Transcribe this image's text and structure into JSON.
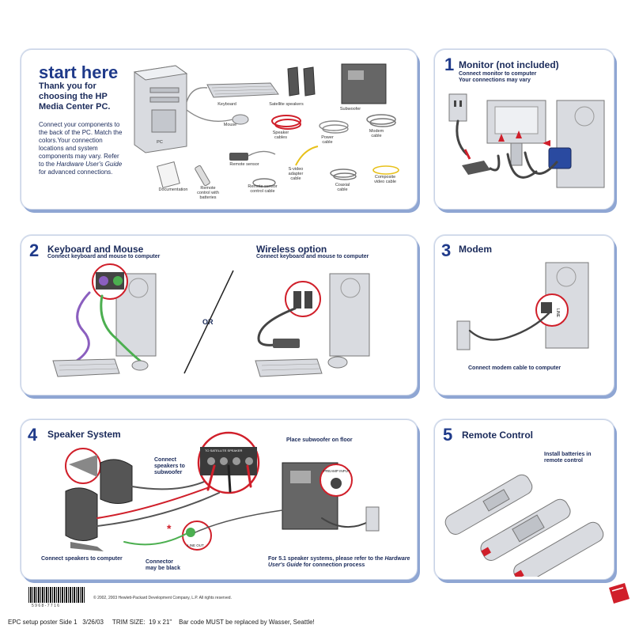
{
  "start": {
    "title": "start here",
    "heading": "Thank you for choosing the HP Media Center PC.",
    "body": "Connect your components to the back of the PC. Match the colors.Your connection locations and system components may vary. Refer to the ",
    "body_italic": "Hardware User's Guide",
    "body_end": " for advanced connections.",
    "labels": {
      "pc": "PC",
      "keyboard": "Keyboard",
      "mouse": "Mouse",
      "satellite": "Satellite speakers",
      "subwoofer": "Subwoofer",
      "speaker_cables": "Speaker cables",
      "power": "Power cable",
      "modem": "Modem cable",
      "remote_sensor": "Remote sensor",
      "svideo": "S-video adapter cable",
      "coaxial": "Coaxial cable",
      "composite": "Composite video cable",
      "documentation": "Documentation",
      "remote": "Remote control with batteries",
      "sensor_cable": "Remote sensor control cable"
    }
  },
  "step1": {
    "number": "1",
    "title": "Monitor (not included)",
    "sub1": "Connect monitor to computer",
    "sub2": "Your connections may vary"
  },
  "step2": {
    "number": "2",
    "title": "Keyboard and Mouse",
    "sub": "Connect keyboard and mouse to computer",
    "or": "OR",
    "wireless_title": "Wireless option",
    "wireless_sub": "Connect keyboard and mouse to computer"
  },
  "step3": {
    "number": "3",
    "title": "Modem",
    "caption": "Connect modem cable to computer",
    "line": "LINE"
  },
  "step4": {
    "number": "4",
    "title": "Speaker System",
    "connect_sub": "Connect speakers to subwoofer",
    "place_sub": "Place subwoofer on floor",
    "to_satellite": "TO SATELLITE SPEAKER",
    "preamp": "PREAMP INPUT",
    "line_out": "LINE OUT",
    "connect_pc": "Connect speakers to computer",
    "connector": "Connector may be black",
    "note1": "For 5.1 speaker systems, please refer to the",
    "note_italic": "Hardware User's Guide",
    "note2": " for connection process"
  },
  "step5": {
    "number": "5",
    "title": "Remote Control",
    "sub": "Install batteries in remote control"
  },
  "footer": {
    "copyright": "© 2002, 2003 Hewlett-Packard Development Company, L.P. All rights reserved.",
    "barcode_text": "5 9 6 8 - 7 7 1 6",
    "info": "EPC setup poster Side 1   3/26/03     TRIM SIZE:  19 x 21\"    Bar code MUST be replaced by Wasser, Seattle!"
  },
  "colors": {
    "accent_red": "#d01f2a",
    "title_blue": "#1f3a8a",
    "panel_shadow": "#8fa6d3",
    "purple_port": "#8b5fbf",
    "green_port": "#4caf50"
  }
}
